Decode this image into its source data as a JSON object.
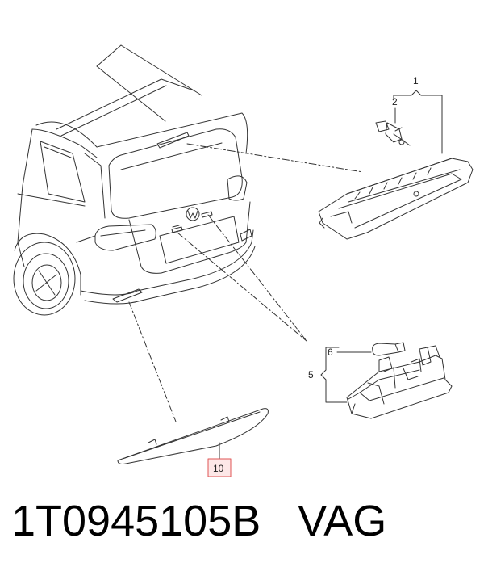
{
  "callouts": {
    "c1": "1",
    "c2": "2",
    "c5": "5",
    "c6": "6",
    "c10": "10"
  },
  "footer": {
    "part_number": "1T0945105B",
    "brand": "VAG"
  },
  "colors": {
    "line": "#333333",
    "highlight_box": "#e05555",
    "highlight_fill": "#fde8e8",
    "text": "#000000"
  }
}
